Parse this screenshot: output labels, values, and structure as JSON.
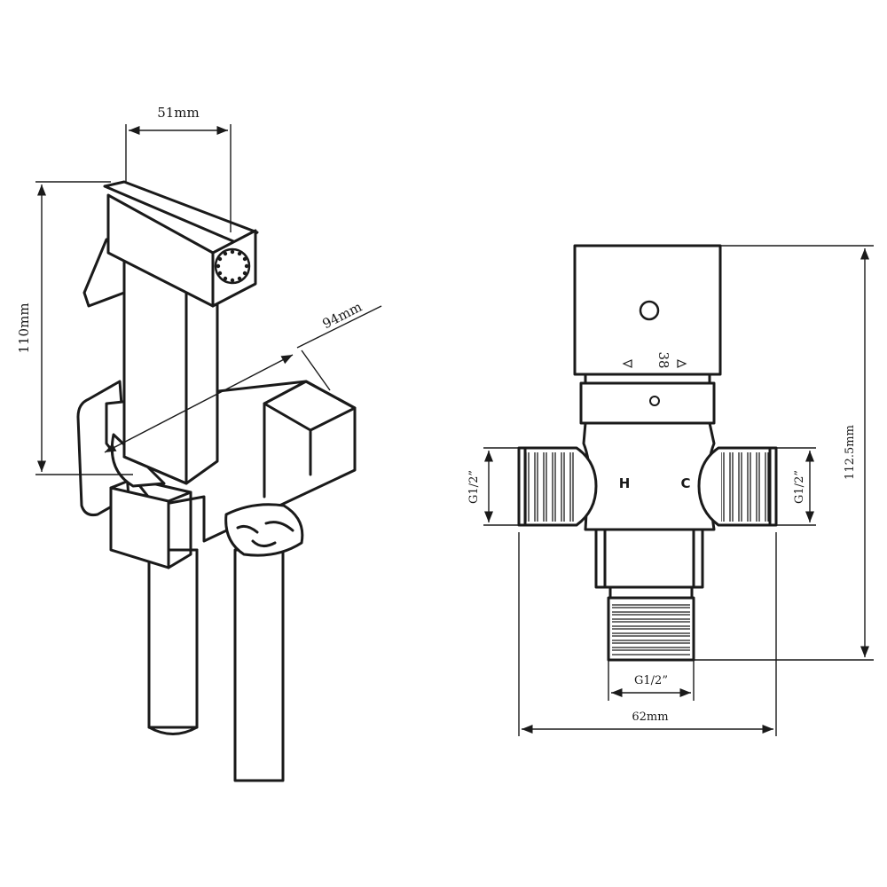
{
  "bidet_sprayer": {
    "width_label": "51mm",
    "height_label": "110mm",
    "depth_label": "94mm"
  },
  "mixing_valve": {
    "temperature_mark": "38",
    "hot_mark": "H",
    "cold_mark": "C",
    "left_thread_label": "G1/2”",
    "right_thread_label": "G1/2”",
    "bottom_thread_label": "G1/2”",
    "width_label": "62mm",
    "height_label": "112.5mm"
  }
}
